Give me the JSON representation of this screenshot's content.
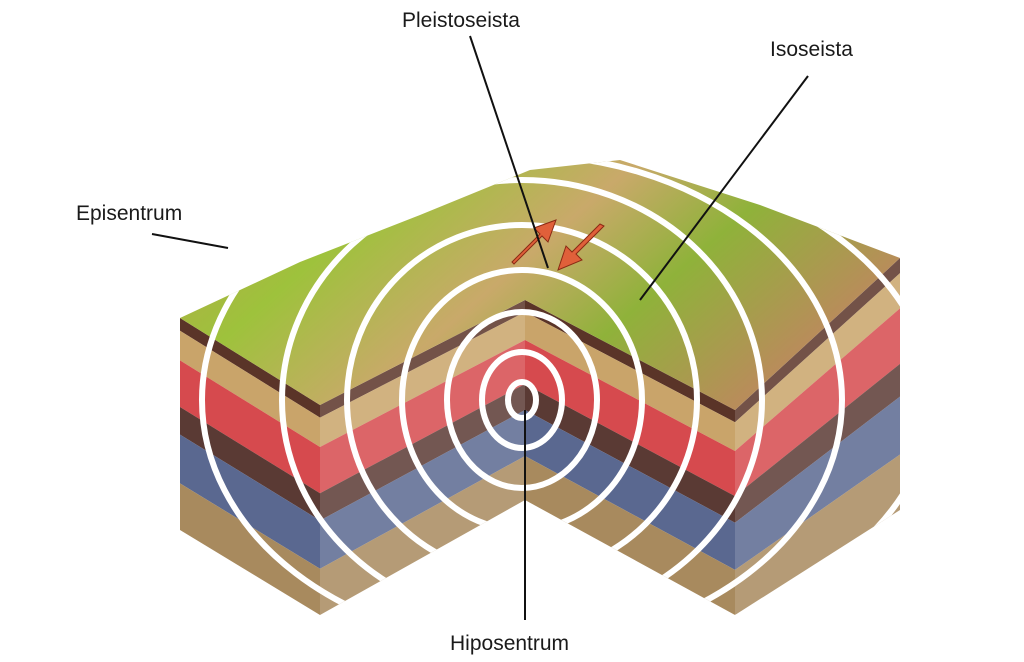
{
  "labels": {
    "pleistoseista": "Pleistoseista",
    "isoseista": "Isoseista",
    "episentrum": "Episentrum",
    "hiposentrum": "Hiposentrum"
  },
  "colors": {
    "arrow": "#e0603a",
    "isoseismal_line": "#ffffff"
  }
}
